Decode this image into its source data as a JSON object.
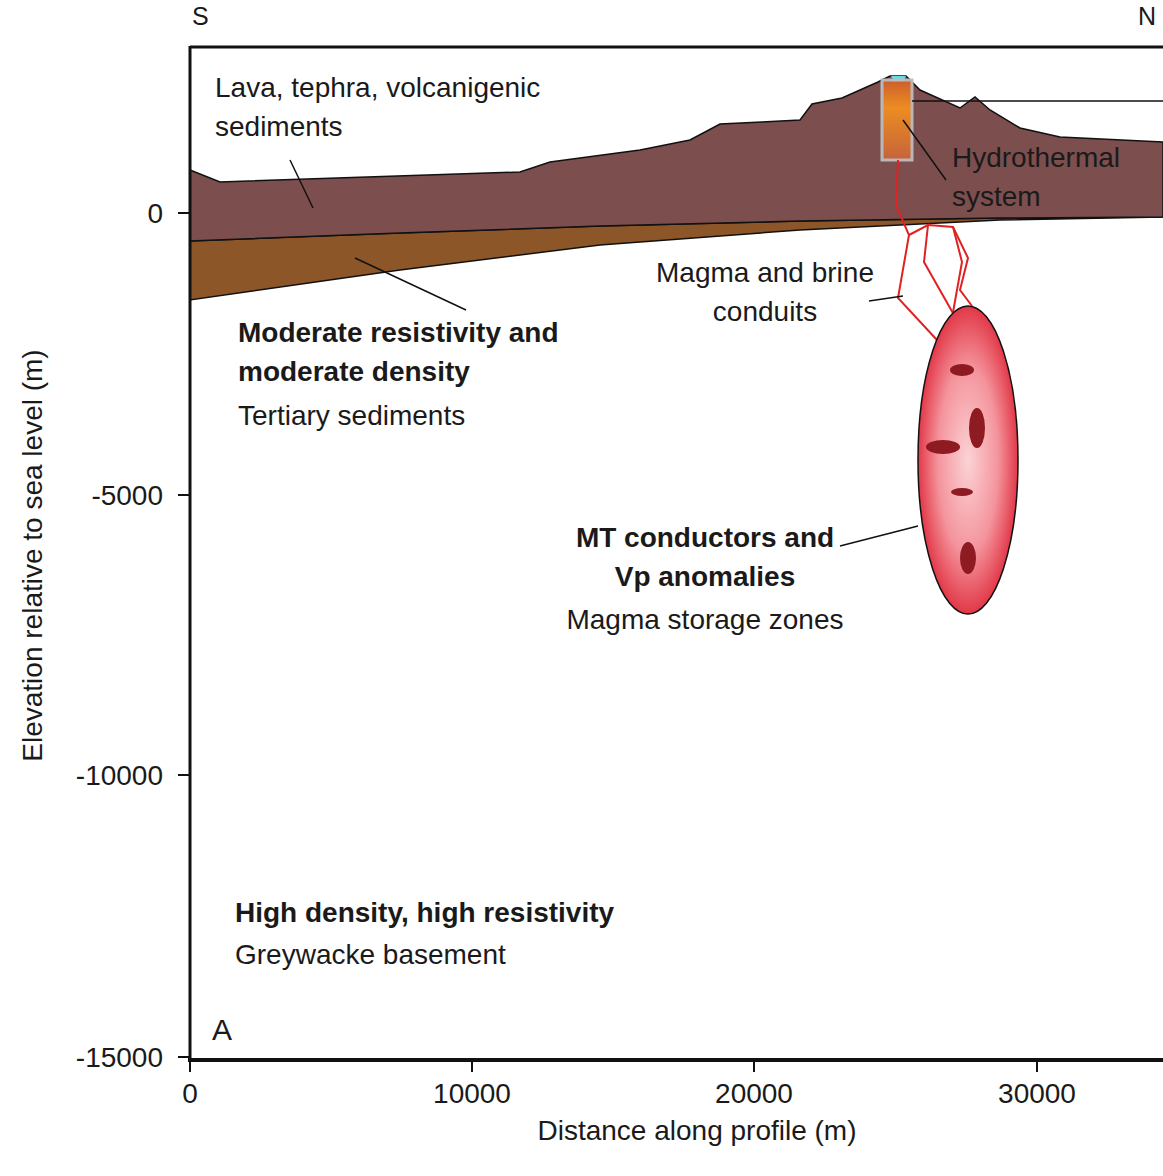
{
  "diagram": {
    "labels": [
      "S",
      "N",
      "0",
      "-5000",
      "-10000",
      "-15000",
      "0",
      "10000",
      "20000",
      "30000",
      "Elevation relative to sea level (m)",
      "Distance along profile (m)",
      "Lava, tephra, volcanigenic sediments",
      "Hydrothermal system",
      "Magma and brine conduits",
      "Moderate resistivity and moderate density",
      "Tertiary sediments",
      "MT conductors and Vp anomalies",
      "Magma storage zones",
      "High density, high resistivity",
      "Greywacke basement",
      "A"
    ]
  }
}
